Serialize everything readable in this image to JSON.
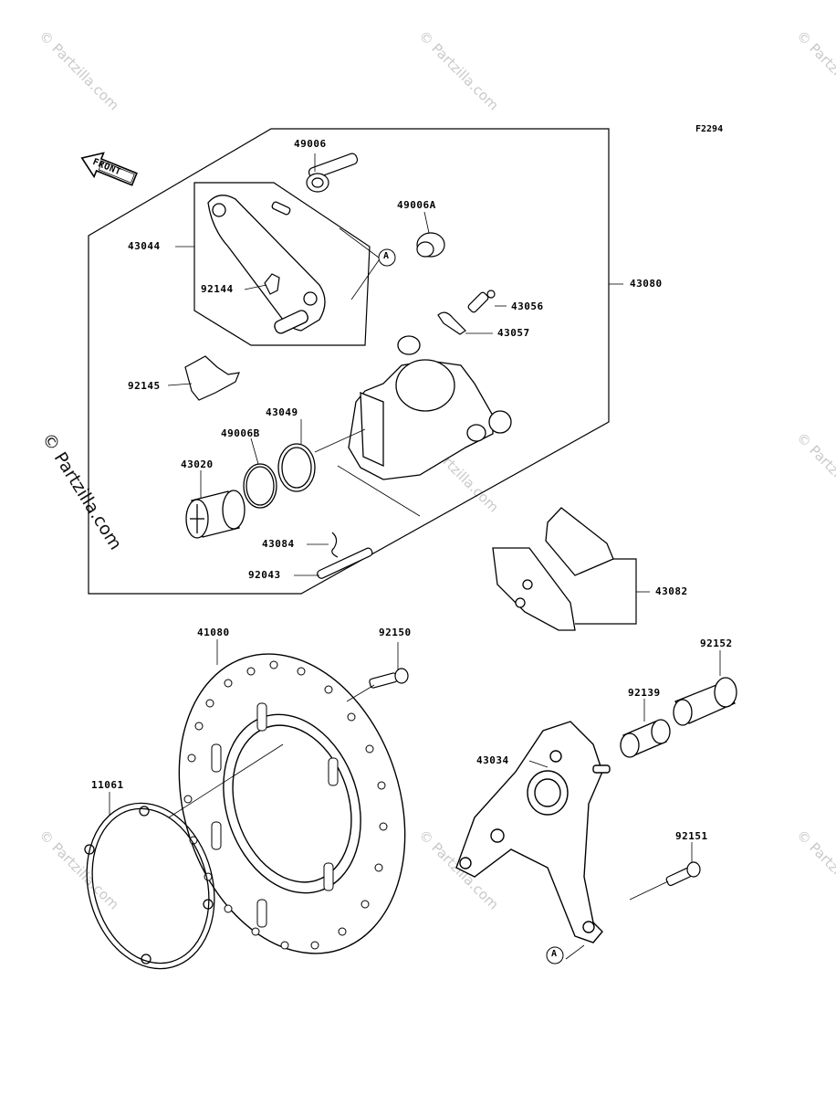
{
  "figure_id": "F2294",
  "front_label": "FRONT",
  "watermark": "© Partzilla.com",
  "ref_marker": "A",
  "parts": {
    "p49006": "49006",
    "p49006A": "49006A",
    "p43044": "43044",
    "p92144": "92144",
    "p43056": "43056",
    "p43057": "43057",
    "p43080": "43080",
    "p92145": "92145",
    "p43049": "43049",
    "p49006B": "49006B",
    "p43020": "43020",
    "p43084": "43084",
    "p92043": "92043",
    "p43082": "43082",
    "p41080": "41080",
    "p92150": "92150",
    "p92152": "92152",
    "p92139": "92139",
    "p43034": "43034",
    "p11061": "11061",
    "p92151": "92151"
  }
}
